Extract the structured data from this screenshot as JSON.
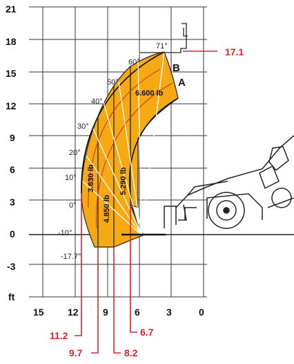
{
  "chart_data": {
    "type": "load_chart",
    "y_axis": {
      "unit_label": "ft",
      "ticks": [
        "21",
        "18",
        "15",
        "12",
        "9",
        "6",
        "3",
        "0",
        "-3"
      ],
      "range": [
        -3,
        21
      ]
    },
    "x_axis": {
      "ticks": [
        "15",
        "12",
        "9",
        "6",
        "3",
        "0"
      ],
      "range": [
        15,
        0
      ]
    },
    "angles": [
      "71°",
      "60°",
      "50°",
      "40°",
      "30°",
      "20°",
      "10°",
      "0°",
      "-10°",
      "-17.7°"
    ],
    "zones": [
      {
        "label": "3.630 lb",
        "x_min": 11.2,
        "x_max": 9.7
      },
      {
        "label": "4.850 lb",
        "x_min": 9.7,
        "x_max": 8.2
      },
      {
        "label": "5.290 lb",
        "x_min": 8.2,
        "x_max": 6.7
      },
      {
        "label": "6.600 lb",
        "x_min": 6.7,
        "x_max": 3.2
      }
    ],
    "boom_lines": [
      "A",
      "B"
    ],
    "max_height_label": "17.1",
    "reach_labels": [
      "11.2",
      "9.7",
      "8.2",
      "6.7"
    ],
    "colors": {
      "fill": "#f5aa14",
      "red": "#e0202a",
      "grid": "#333333"
    }
  }
}
